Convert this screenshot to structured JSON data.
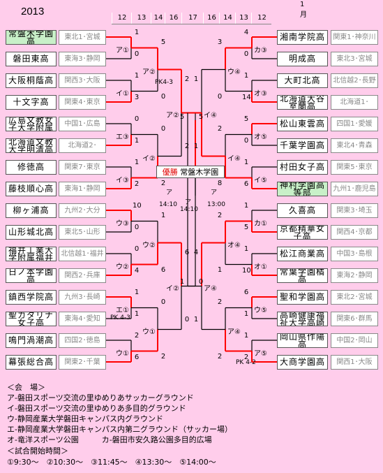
{
  "year": "2013",
  "month_label": "1月",
  "dates": [
    "12",
    "13",
    "14",
    "16",
    "17",
    "16",
    "14",
    "13",
    "12"
  ],
  "left_teams": [
    {
      "name": "常盤木学園高",
      "region": "東北1･宮城",
      "winner": true
    },
    {
      "name": "磐田東高",
      "region": "東海3･静岡"
    },
    {
      "name": "大阪桐蔭高",
      "region": "関西3･大阪"
    },
    {
      "name": "十文字高",
      "region": "関東4･東京"
    },
    {
      "name": "広島文教女子大学附属",
      "region": "中国1･広島"
    },
    {
      "name": "北海道文教大学明清高",
      "region": "北海道2･"
    },
    {
      "name": "修徳高",
      "region": "関東7･東京"
    },
    {
      "name": "藤枝順心高",
      "region": "東海1･静岡"
    },
    {
      "name": "柳ヶ浦高",
      "region": "九州2･大分"
    },
    {
      "name": "山形城北高",
      "region": "東北5･山形"
    },
    {
      "name": "福井工業大学附属福井",
      "region": "北信越1･福井"
    },
    {
      "name": "日ノ本学園高",
      "region": "関西2･兵庫"
    },
    {
      "name": "鎮西学院高",
      "region": "九州3･長崎"
    },
    {
      "name": "聖カタリナ女子高",
      "region": "東海4･愛知"
    },
    {
      "name": "鳴門渦潮高",
      "region": "四国2･徳島"
    },
    {
      "name": "幕張総合高",
      "region": "関東2･千葉"
    }
  ],
  "right_teams": [
    {
      "name": "湘南学院高",
      "region": "関東1･神奈川"
    },
    {
      "name": "明成高",
      "region": "東北3･宮城"
    },
    {
      "name": "大町北高",
      "region": "北信越2･長野"
    },
    {
      "name": "北海道大谷室蘭高",
      "region": "北海道1･"
    },
    {
      "name": "松山東雲高",
      "region": "四国1･愛媛"
    },
    {
      "name": "千葉学園高",
      "region": "東北4･青森"
    },
    {
      "name": "村田女子高",
      "region": "関東5･東京"
    },
    {
      "name": "神村学園高等部",
      "region": "九州1･鹿児島",
      "winner": true
    },
    {
      "name": "久喜高",
      "region": "関東3･埼玉"
    },
    {
      "name": "京都精華女子高",
      "region": "関西4･京都"
    },
    {
      "name": "松江商業高",
      "region": "中国3･島根"
    },
    {
      "name": "常葉学園橘高",
      "region": "東海2･静岡"
    },
    {
      "name": "聖和学園高",
      "region": "東北2･宮城"
    },
    {
      "name": "高崎健康福祉大学高崎",
      "region": "関東6･群馬"
    },
    {
      "name": "岡山県作陽高",
      "region": "中国2･岡山"
    },
    {
      "name": "大商学園高",
      "region": "関西1･大阪"
    }
  ],
  "left_r1": [
    {
      "label": "ア①",
      "s1": "1",
      "s2": "0"
    },
    {
      "label": "イ①",
      "s1": "1",
      "s2": "3"
    },
    {
      "label": "エ③",
      "s1": "0",
      "s2": "1"
    },
    {
      "label": "イ③",
      "s1": "1",
      "s2": "2"
    },
    {
      "label": "ウ③",
      "s1": "10",
      "s2": "0"
    },
    {
      "label": "ウ②",
      "s1": "0",
      "s2": "4"
    },
    {
      "label": "エ①",
      "s1": "1",
      "s2": "1"
    },
    {
      "label": "ウ①",
      "s1": "2",
      "s2": "6"
    }
  ],
  "left_r2": [
    {
      "label": "ア②",
      "s1": "5",
      "s2": "0"
    },
    {
      "label": "イ②",
      "s1": "0",
      "s2": "2"
    },
    {
      "label": "ウ②",
      "s1": "1",
      "s2": "6"
    },
    {
      "label": "ウ①",
      "s1": "0",
      "s2": "2"
    }
  ],
  "left_r3": [
    {
      "label": "ア②",
      "s1": "2",
      "s2": "2"
    },
    {
      "label": "イ②",
      "s1": "6",
      "s2": "0"
    }
  ],
  "left_r4": {
    "label": "",
    "s1": "5",
    "s2": "0"
  },
  "right_r1": [
    {
      "label": "カ③",
      "s1": "4",
      "s2": "0"
    },
    {
      "label": "オ③",
      "s1": "1",
      "s2": "14"
    },
    {
      "label": "オ⑤",
      "s1": "5",
      "s2": "0"
    },
    {
      "label": "イ⑤",
      "s1": "1",
      "s2": "6"
    },
    {
      "label": "カ①",
      "s1": "1",
      "s2": "5"
    },
    {
      "label": "オ①",
      "s1": "1",
      "s2": "10"
    },
    {
      "label": "ウ⑤",
      "s1": "6",
      "s2": "1"
    },
    {
      "label": "ア⑤",
      "s1": "1",
      "s2": "2"
    }
  ],
  "right_r2": [
    {
      "label": "ウ④",
      "s1": "3",
      "s2": "0"
    },
    {
      "label": "イ④",
      "s1": "2",
      "s2": "8"
    },
    {
      "label": "オ④",
      "s1": "2",
      "s2": "1"
    },
    {
      "label": "ア④",
      "s1": "2",
      "s2": "2"
    }
  ],
  "right_r3": [
    {
      "label": "イ④",
      "s1": "1",
      "s2": "1"
    },
    {
      "label": "ア④",
      "s1": "4",
      "s2": "1"
    }
  ],
  "right_r4": {
    "label": "",
    "s1": "5",
    "s2": "1"
  },
  "pk_notes": [
    "PK4-3",
    "PK 4-3",
    "PK 4-2"
  ],
  "semi_left": {
    "venue": "ア",
    "time": "14:10"
  },
  "semi_right": {
    "venue": "ア",
    "time": "13:00"
  },
  "final": {
    "venue": "ア",
    "time": "14:10"
  },
  "champion_label": "優勝",
  "champion_name": "常盤木学園",
  "info": {
    "venue_header": "＜会　場＞",
    "venues": [
      "ア-磐田スポーツ交流の里ゆめりあサッカーグラウンド",
      "イ-磐田スポーツ交流の里ゆめりあ多目的グラウンド",
      "ウ-静岡産業大学磐田キャンパス内グラウンド",
      "エ-静岡産業大学磐田キャンパス内第二グラウンド（サッカー場）",
      "オ-竜洋スポーツ公園　　　カ-磐田市安久路公園多目的広場"
    ],
    "time_header": "＜試合開始時間＞",
    "times": "①9:30～　②10:30～　③11:45～　④13:30～　⑤14:00～"
  },
  "colors": {
    "background": "#ffcdeb",
    "bracket_win": "#ff0000",
    "bracket_lose": "#000000",
    "winner_box": "#c8f0c8"
  }
}
